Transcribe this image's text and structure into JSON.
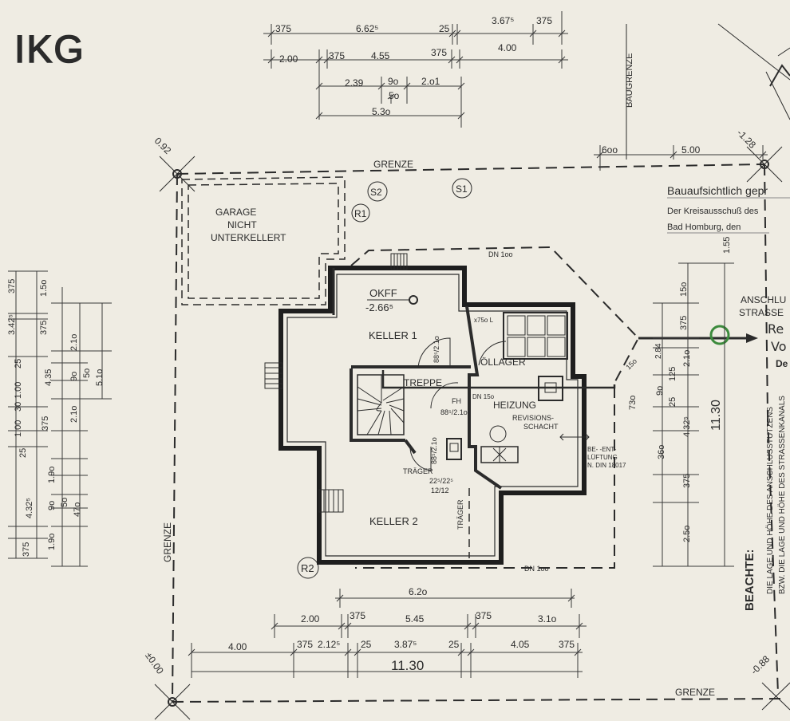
{
  "logo_text": "IKG",
  "labels": {
    "grenze_top": "GRENZE",
    "grenze_left": "GRENZE",
    "grenze_bottom": "GRENZE",
    "baugrenze": "BAUGRENZE",
    "garage_l1": "GARAGE",
    "garage_l2": "NICHT",
    "garage_l3": "UNTERKELLERT",
    "keller1": "KELLER 1",
    "keller2": "KELLER 2",
    "okff": "OKFF",
    "okff_val": "-2.66⁵",
    "treppe": "TREPPE",
    "oellager": "ÖLLAGER",
    "heizung": "HEIZUNG",
    "revision_l1": "REVISIONS-",
    "revision_l2": "SCHACHT",
    "belueftung_l1": "BE- -ENT-",
    "belueftung_l2": "LÜFTUNG",
    "belueftung_l3": "N. DIN 18017",
    "traeger1": "TRÄGER",
    "traeger2": "TRÄGER",
    "fh": "FH",
    "fh_dim": "88⁵/2.1o",
    "door_dim1": "88⁵/2.1o",
    "door_dim2": "88⁵/2.1o",
    "chimney_dim1": "22⁵/22⁵",
    "chimney_dim2": "12/12",
    "tank": "x75o L",
    "dn_top": "DN 1oo",
    "dn_bottom": "DN 1oo",
    "dn_heiz": "DN 15o",
    "s1": "S1",
    "s2": "S2",
    "r1": "R1",
    "r2": "R2",
    "corner_tl": "0.92",
    "corner_tr": "-1.28",
    "corner_bl": "±0.00",
    "corner_br": "-0.88",
    "overall_bottom": "11.30",
    "overall_right": "11.30",
    "stamp_l1": "Bauaufsichtlich gepr",
    "stamp_l2": "Der Kreisausschuß des",
    "stamp_l3": "Bad Homburg, den",
    "anschluss_l1": "ANSCHLU",
    "anschluss_l2": "STRASSE",
    "hand_r": "Re",
    "hand_v": "Vo",
    "hand_d": "De",
    "beachte": "BEACHTE:",
    "note_l1": "DIE LAGE UND HÖHE DES ANSCHLUSSTUTZENS",
    "note_l2": "BZW. DIE LAGE UND HÖHE DES STRASSENKANALS",
    "small_15o": "15o",
    "small_2_84": "2.84"
  },
  "dims_top": {
    "r1": [
      "375",
      "6.62⁵",
      "25",
      "3.67⁵",
      "375"
    ],
    "r2": [
      "2.00",
      "375",
      "4.55",
      "375",
      "4.00"
    ],
    "r3": [
      "2.39",
      "9o",
      "2.o1",
      "5o"
    ],
    "r4": [
      "5.3o"
    ]
  },
  "dims_top_right": [
    "6oo",
    "5.00"
  ],
  "dims_left": [
    "375",
    "1.5o",
    "3.42⁵",
    "375",
    "2.1o",
    "25",
    "4.35",
    "9o",
    "5o",
    "5.1o",
    "1.00",
    "30",
    "1.00",
    "375",
    "2.1o",
    "25",
    "1.9o",
    "4.32⁵",
    "9o",
    "5o",
    "47o",
    "375",
    "1.9o"
  ],
  "dims_right": [
    "15o",
    "375",
    "2.1o",
    "125",
    "9o",
    "25",
    "73o",
    "4.32⁵",
    "36o",
    "375",
    "2.5o",
    "1.55"
  ],
  "dims_bottom": {
    "r1": [
      "6.2o"
    ],
    "r2": [
      "2.00",
      "375",
      "5.45",
      "375",
      "3.1o"
    ],
    "r3": [
      "4.00",
      "375",
      "2.12⁵",
      "25",
      "3.87⁵",
      "25",
      "4.05",
      "375"
    ]
  },
  "colors": {
    "paper": "#efece3",
    "ink": "#2b2b2b",
    "marker": "#3c8a3c"
  }
}
